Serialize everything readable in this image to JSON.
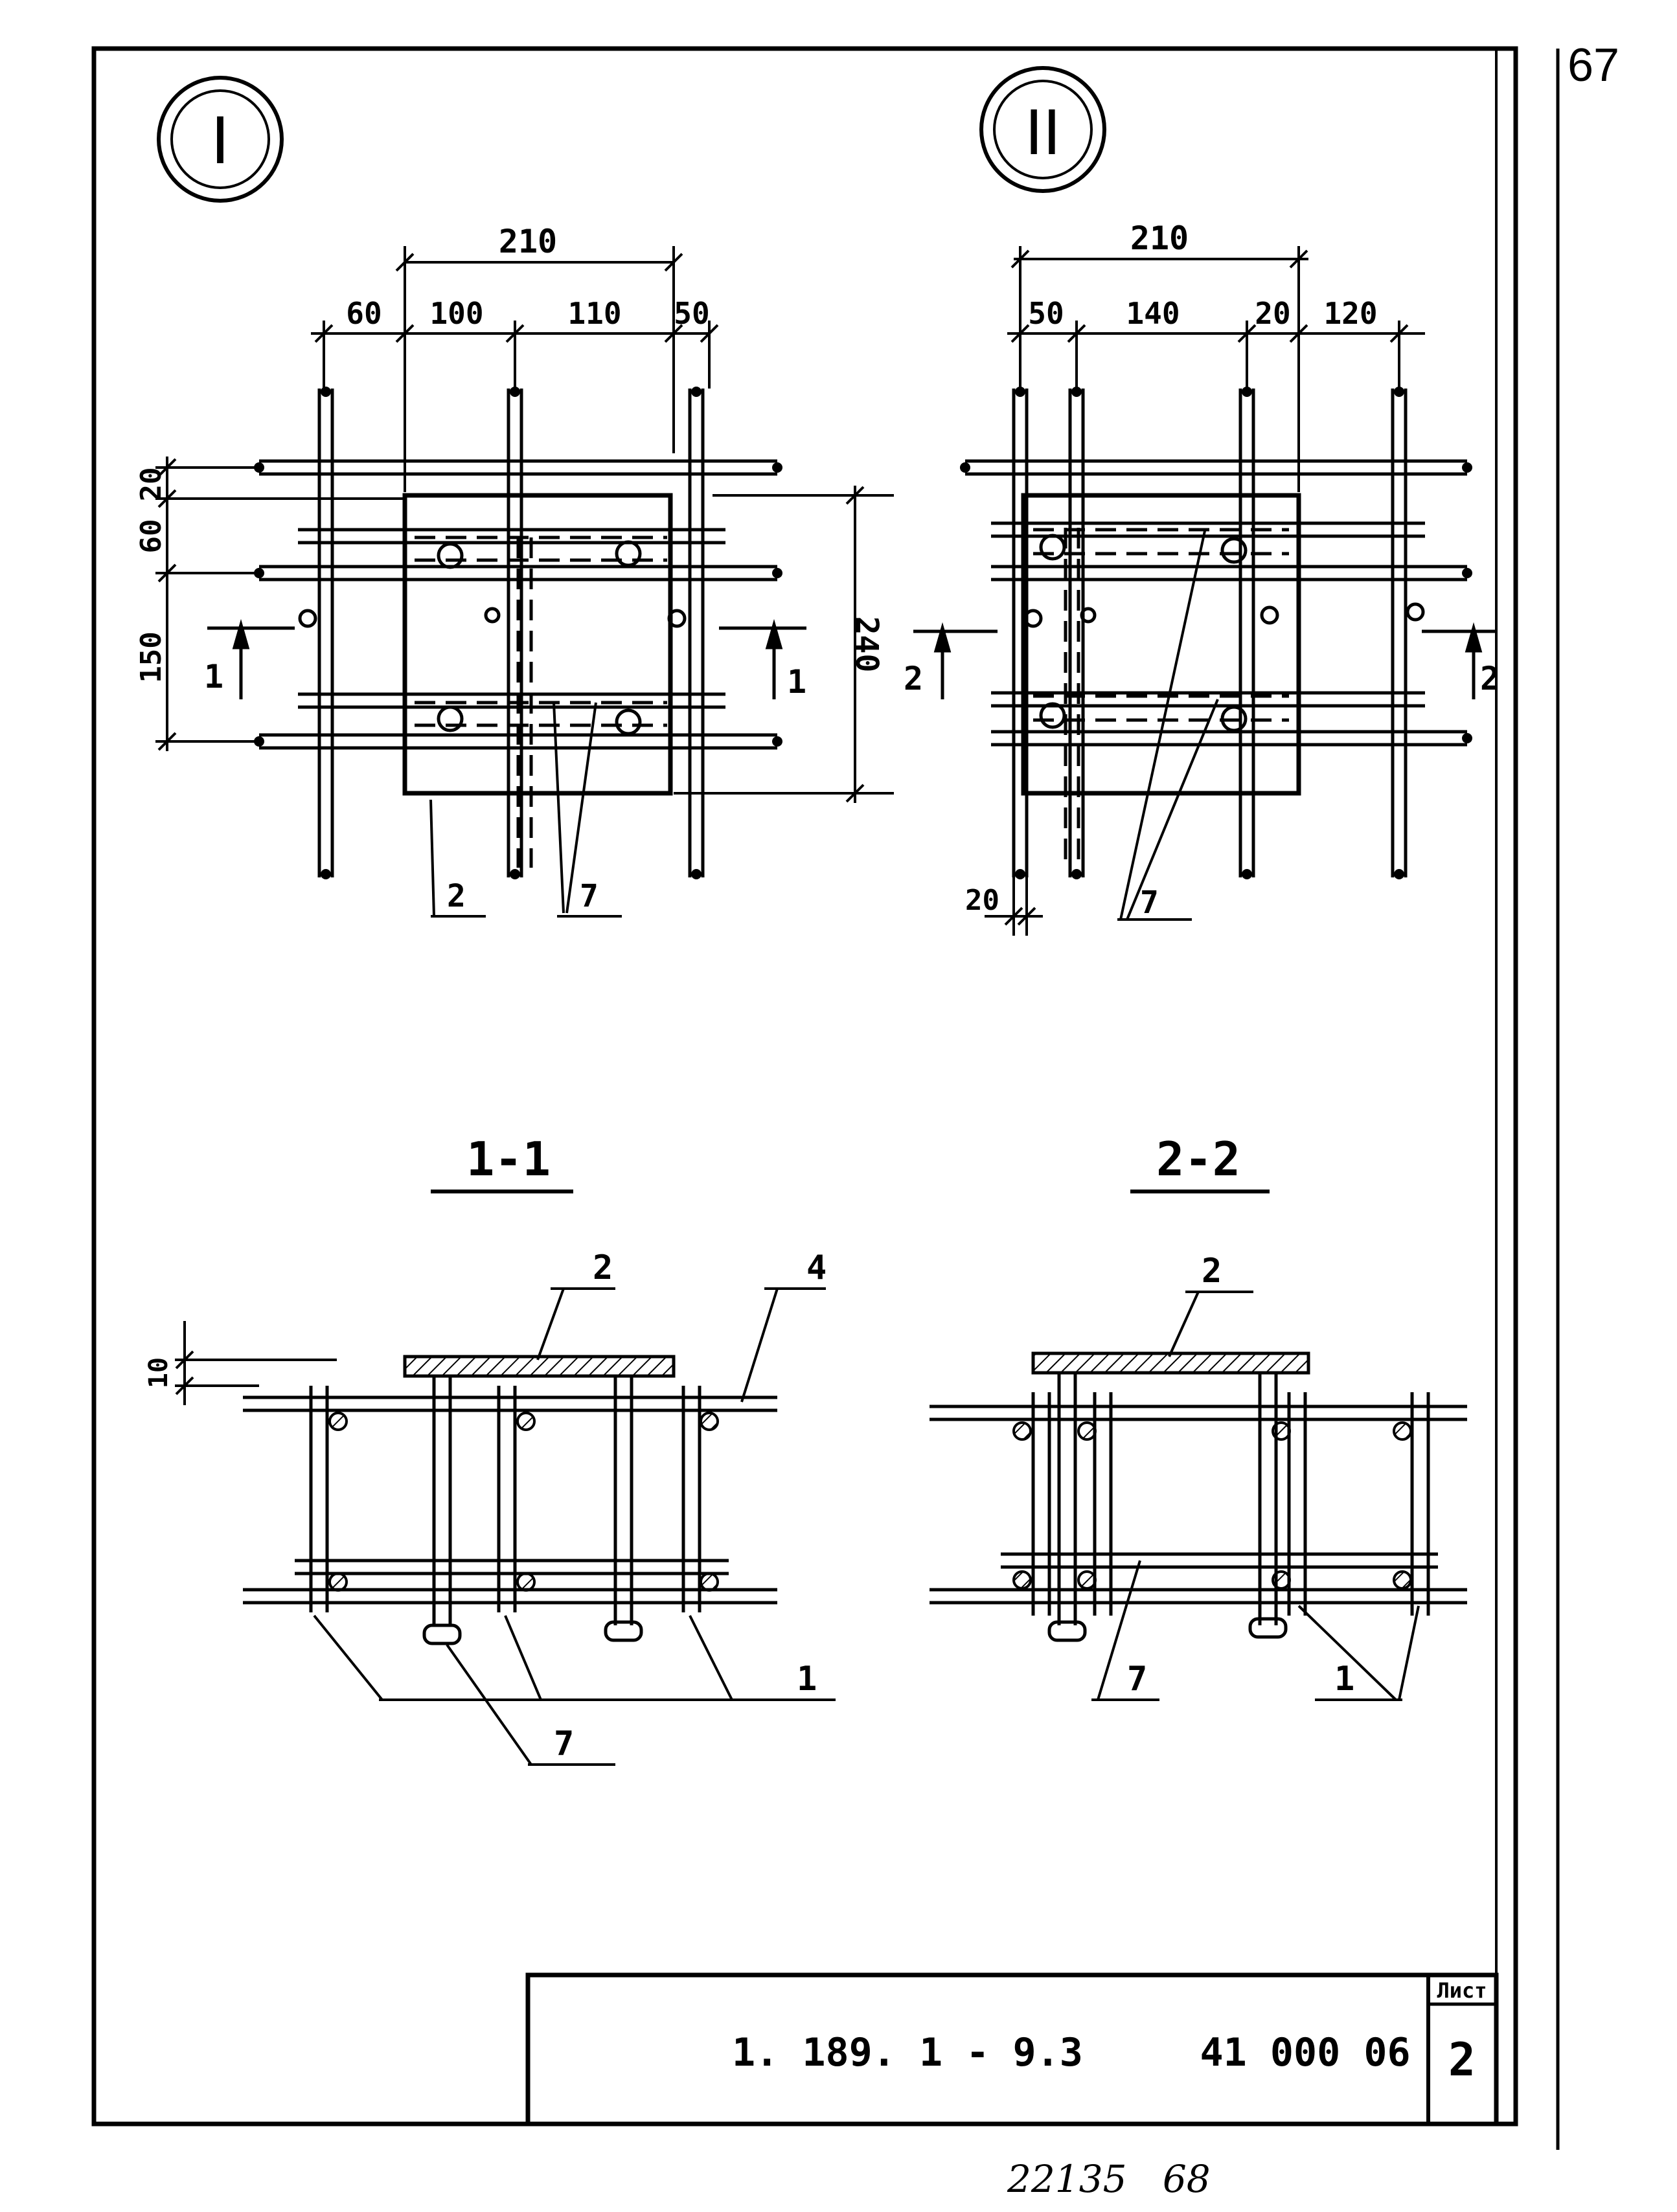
{
  "page_number": "67",
  "views": {
    "view1_marker": "I",
    "view2_marker": "II"
  },
  "view1_dims": {
    "top_total": "210",
    "d60": "60",
    "d100": "100",
    "d110": "110",
    "d50": "50",
    "left_20": "20",
    "left_60": "60",
    "left_150": "150",
    "right_240": "240"
  },
  "view2_dims": {
    "top_total": "210",
    "d50": "50",
    "d140": "140",
    "d20": "20",
    "d120": "120",
    "bottom_20": "20"
  },
  "cuts": {
    "cut1": "1",
    "cut2": "2"
  },
  "sections": {
    "section1": "1-1",
    "section2": "2-2",
    "dim_10": "10"
  },
  "callouts": {
    "item_1": "1",
    "item_2": "2",
    "item_4": "4",
    "item_7": "7"
  },
  "title_block": {
    "designation": "1. 189. 1 - 9.3     41 000 06",
    "sheet_label": "Лист",
    "sheet_number": "2"
  },
  "footer_note": "22135   68"
}
